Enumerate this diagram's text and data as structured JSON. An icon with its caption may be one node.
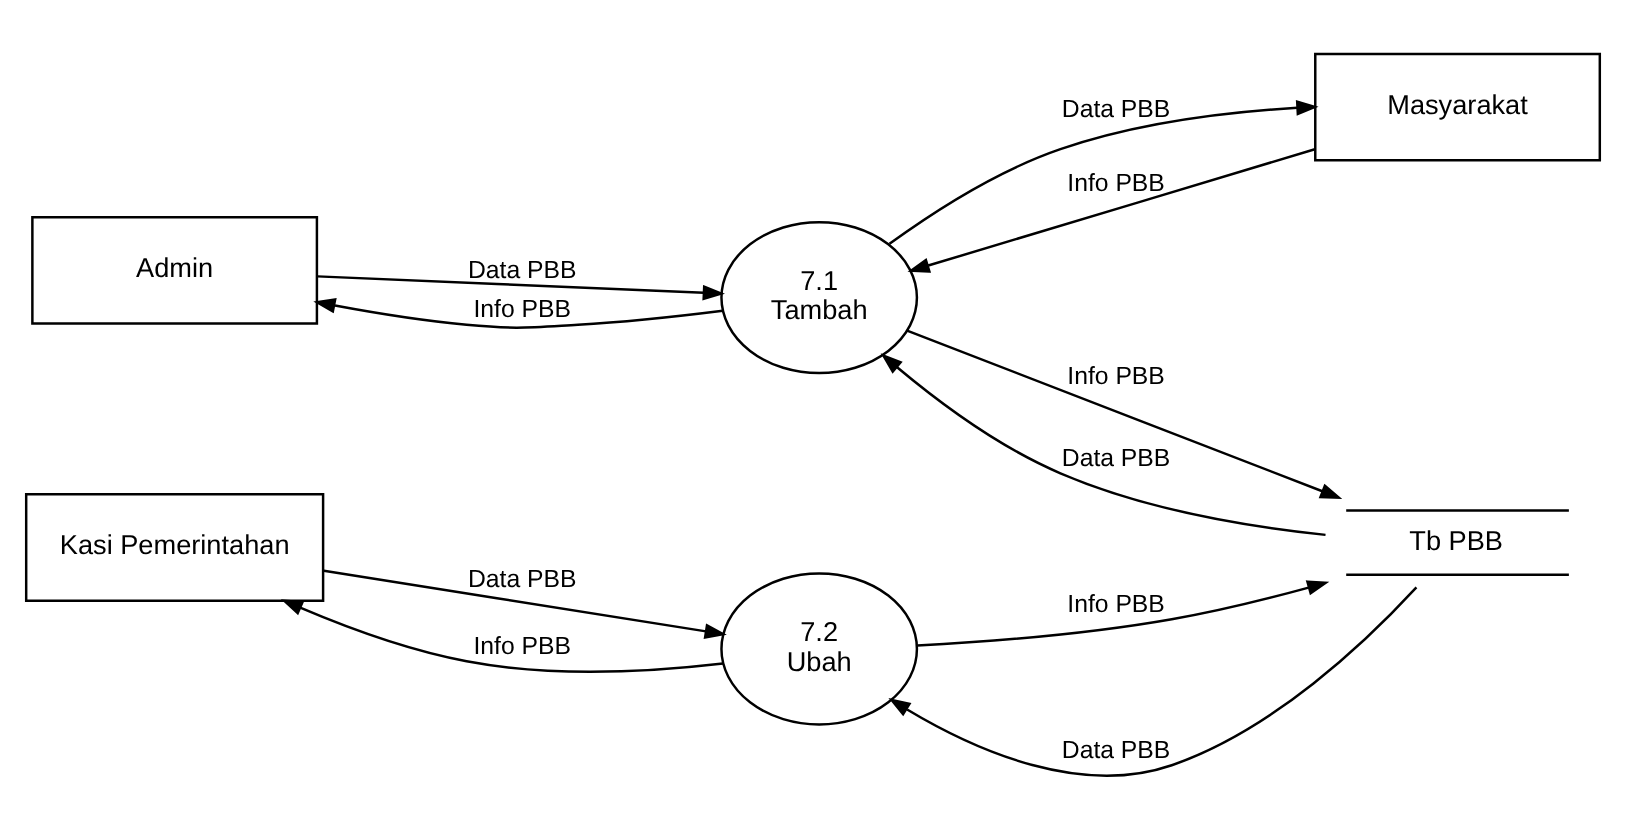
{
  "diagram": {
    "nodes": [
      {
        "text": [
          "Admin"
        ]
      },
      {
        "text": [
          "7.1",
          "Tambah"
        ]
      },
      {
        "text": [
          "Kasi Pemerintahan"
        ]
      },
      {
        "text": [
          "7.2",
          "Ubah"
        ]
      },
      {
        "text": [
          "Masyarakat"
        ]
      },
      {
        "text": [
          "Tb PBB"
        ]
      }
    ],
    "edges": [
      {
        "from": 0,
        "to": 1,
        "arrow": "to",
        "label": "Data PBB"
      },
      {
        "from": 1,
        "to": 0,
        "arrow": "to",
        "label": "Info PBB"
      },
      {
        "from": 1,
        "to": 4,
        "arrow": "to",
        "label": "Data PBB"
      },
      {
        "from": 4,
        "to": 1,
        "arrow": "to",
        "label": "Info PBB"
      },
      {
        "from": 5,
        "to": 1,
        "arrow": "to",
        "label": "Data PBB"
      },
      {
        "from": 1,
        "to": 5,
        "arrow": "to",
        "label": "Info PBB"
      },
      {
        "from": 5,
        "to": 3,
        "arrow": "to",
        "label": "Data PBB"
      },
      {
        "from": 3,
        "to": 5,
        "arrow": "to",
        "label": "Info PBB"
      },
      {
        "from": 2,
        "to": 3,
        "arrow": "to",
        "label": "Data PBB"
      },
      {
        "from": 3,
        "to": 2,
        "arrow": "to",
        "label": "Info PBB"
      }
    ]
  }
}
